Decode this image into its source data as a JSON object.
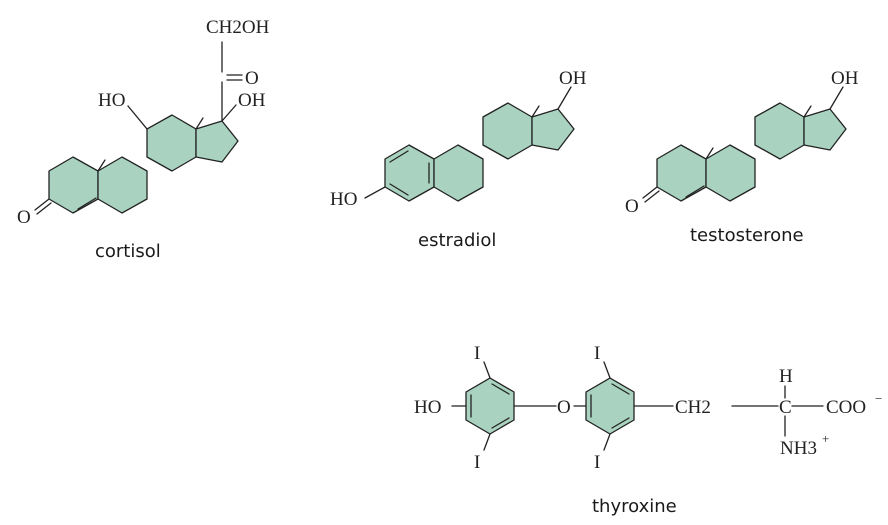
{
  "colors": {
    "ring_fill": "#a9d3c0",
    "line": "#222222"
  },
  "molecules": {
    "cortisol": {
      "name": "cortisol",
      "ch2oh": "CH2OH",
      "carbonyl_o": "O",
      "oh_c17": "OH",
      "ho_c11": "HO",
      "keto_o": "O"
    },
    "estradiol": {
      "name": "estradiol",
      "oh": "OH",
      "ho": "HO"
    },
    "testosterone": {
      "name": "testosterone",
      "oh": "OH",
      "keto_o": "O"
    },
    "thyroxine": {
      "name": "thyroxine",
      "iodine_1": "I",
      "iodine_2": "I",
      "iodine_3": "I",
      "iodine_4": "I",
      "ho": "HO",
      "ether_o": "O",
      "ch2": "CH2",
      "c_alpha": "C",
      "h": "H",
      "coo": "COO",
      "coo_charge": "−",
      "nh3": "NH3",
      "nh3_charge": "+"
    }
  }
}
